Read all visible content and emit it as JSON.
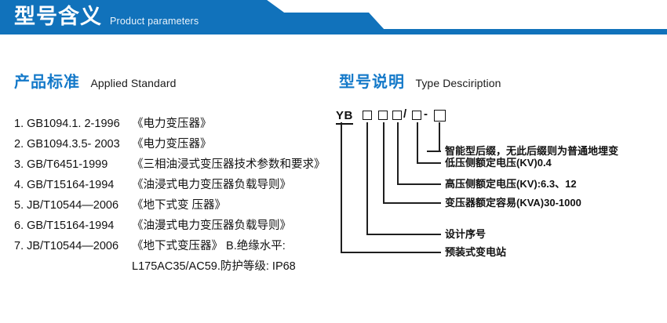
{
  "banner": {
    "title": "型号含义",
    "subtitle": "Product parameters",
    "bar_color": "#1172bb",
    "accent_color": "#1a7fc4"
  },
  "sections": {
    "left": {
      "heading_cn": "产品标准",
      "heading_en": "Applied Standard"
    },
    "right": {
      "heading_cn": "型号说明",
      "heading_en": "Type Desciription"
    }
  },
  "standards": [
    {
      "index": "1.",
      "code": "GB1094.1. 2-1996",
      "title": "《电力变压器》"
    },
    {
      "index": "2.",
      "code": "GB1094.3.5- 2003",
      "title": "《电力变压器》"
    },
    {
      "index": "3.",
      "code": "GB/T6451-1999",
      "title": "《三相油浸式变压器技术参数和要求》"
    },
    {
      "index": "4.",
      "code": "GB/T15164-1994",
      "title": "《油浸式电力变压器负载导则》"
    },
    {
      "index": "5.",
      "code": "JB/T10544—2006",
      "title": "《地下式变 压器》"
    },
    {
      "index": "6.",
      "code": "GB/T15164-1994",
      "title": "《油漫式电力变压器负载导则》"
    },
    {
      "index": "7.",
      "code": "JB/T10544—2006",
      "title": "《地下式变压器》 B.绝缘水平:"
    }
  ],
  "standards_continuation": "L175AC35/AC59.防护等级: IP68",
  "model_code": {
    "prefix": "YB",
    "slash": "/",
    "dash": "-",
    "boxes": [
      "",
      "",
      "",
      "",
      ""
    ]
  },
  "annotations": [
    {
      "id": "smart-suffix",
      "text": "智能型后缀，无此后缀则为普通地埋变"
    },
    {
      "id": "lv-voltage",
      "text": "低压侧额定电压(KV)0.4"
    },
    {
      "id": "hv-voltage",
      "text": "高压侧额定电压(KV):6.3、12"
    },
    {
      "id": "rated-capacity",
      "text": "变压器额定容易(KVA)30-1000"
    },
    {
      "id": "design-serial",
      "text": "设计序号"
    },
    {
      "id": "substation",
      "text": "预装式变电站"
    }
  ]
}
